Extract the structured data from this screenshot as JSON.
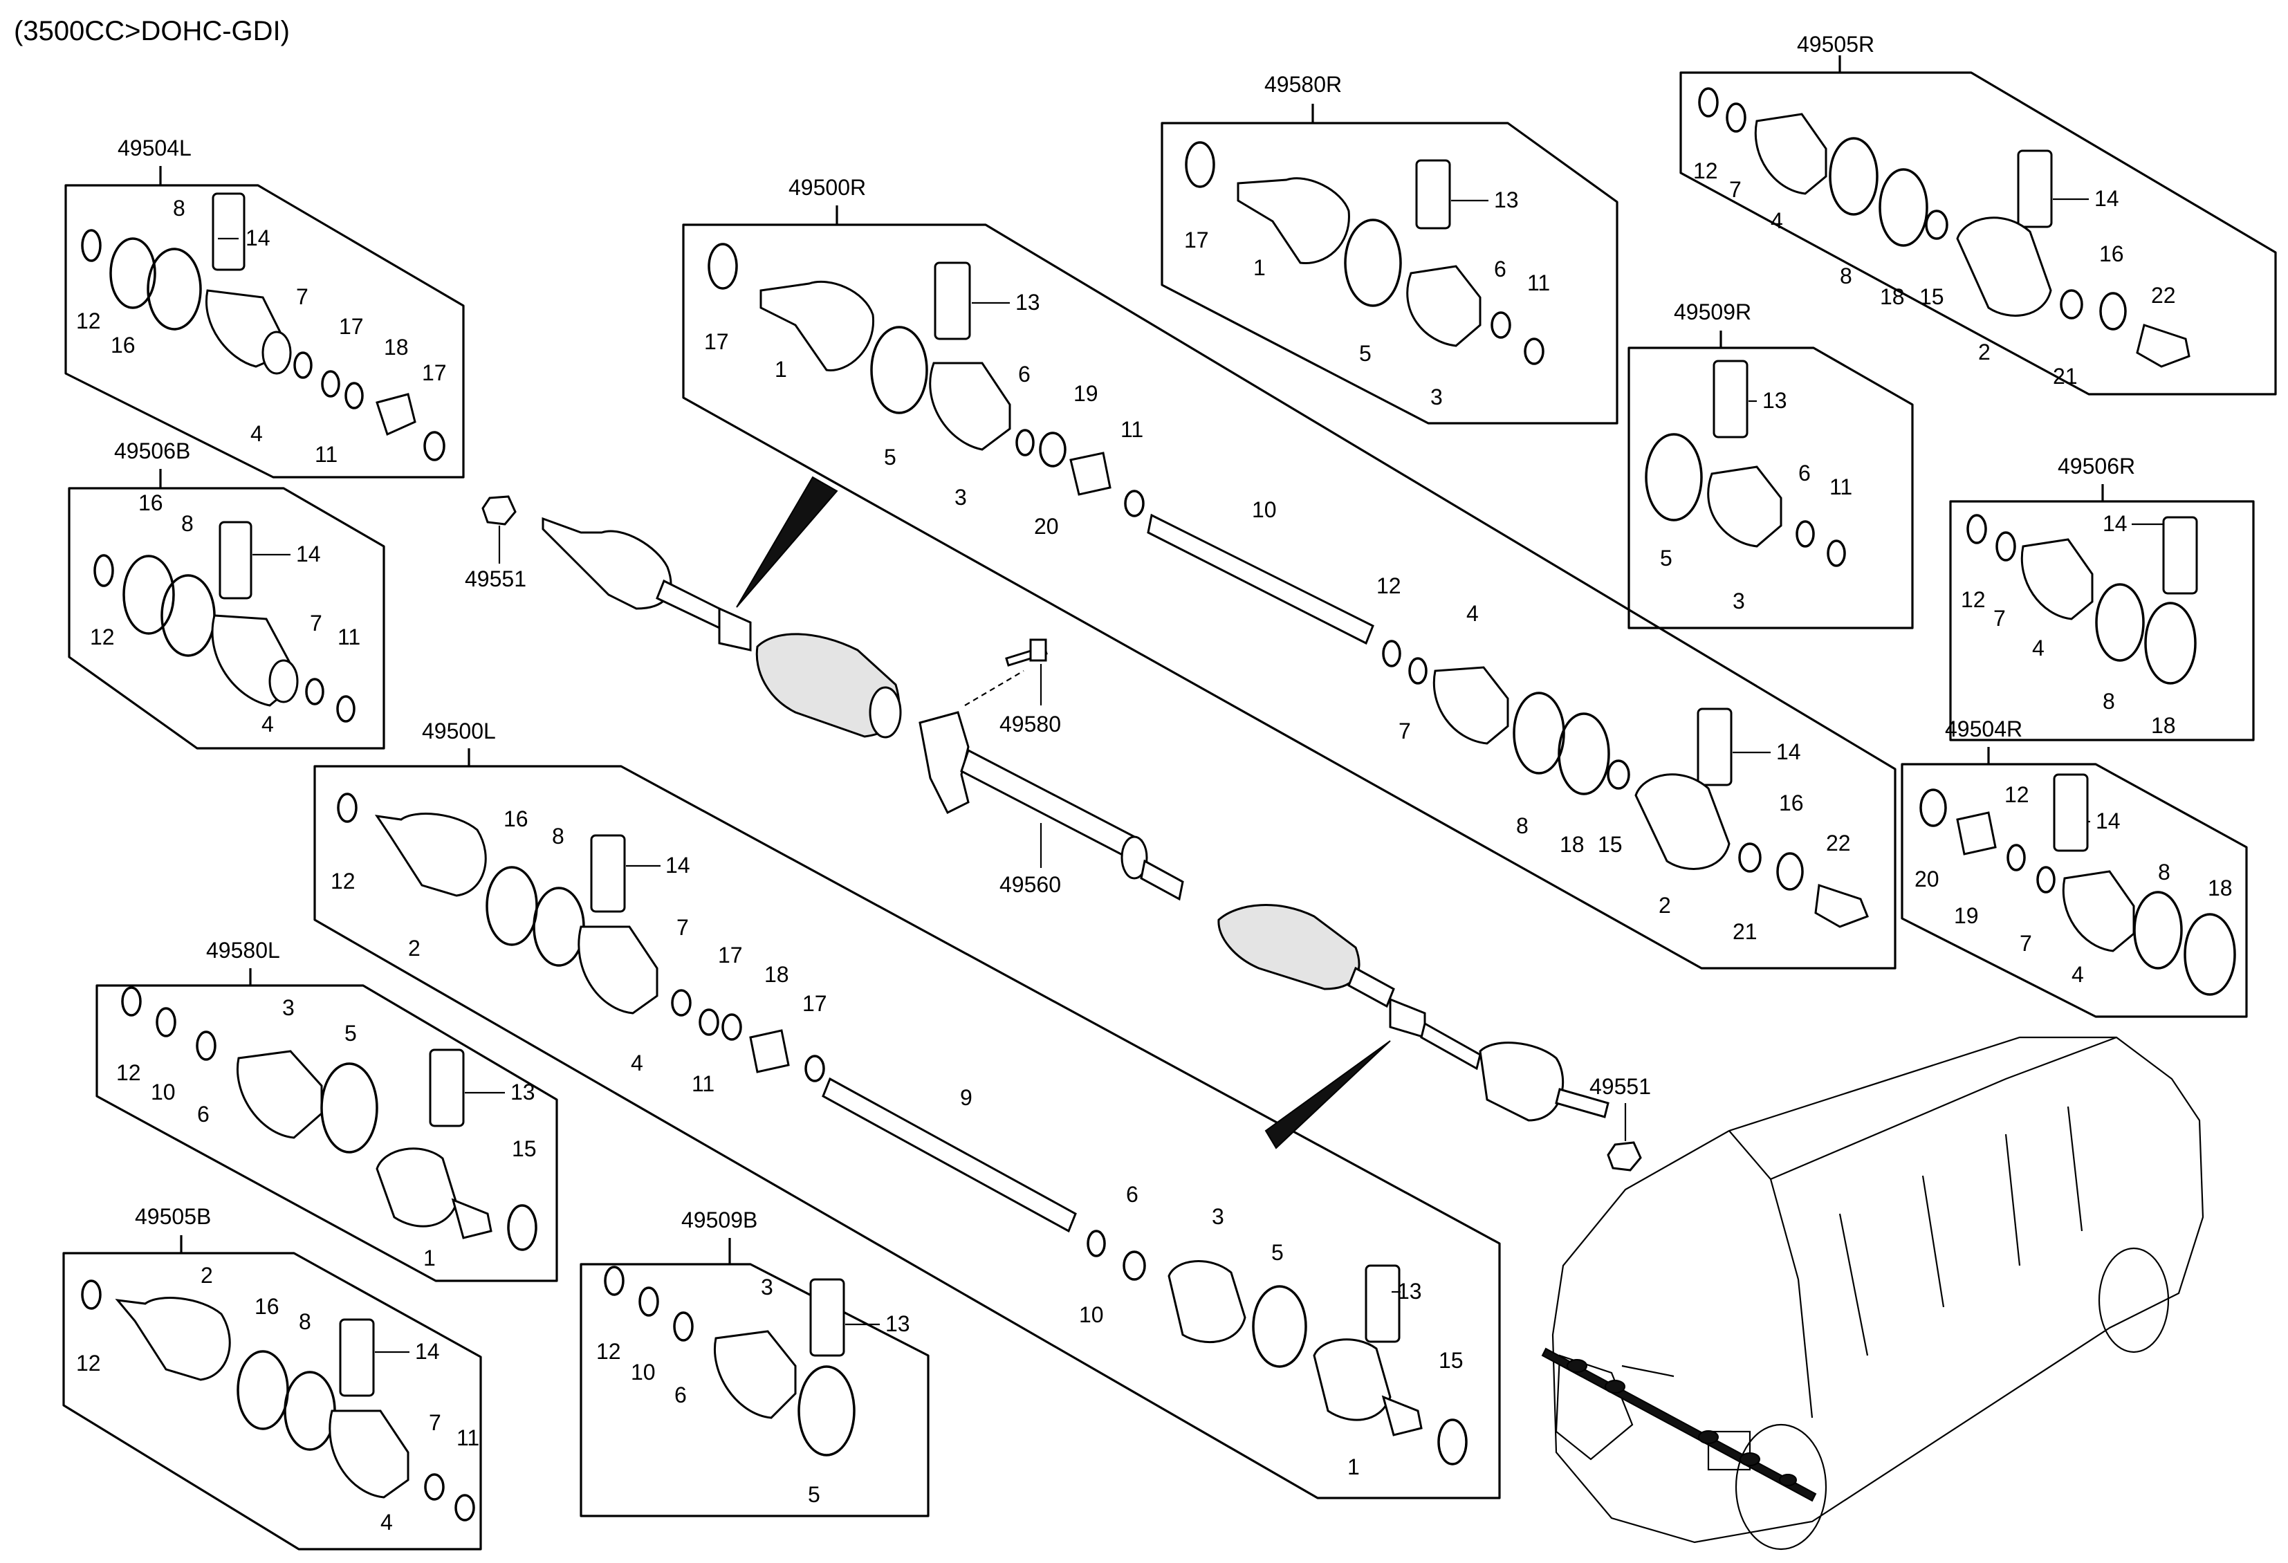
{
  "title": "(3500CC>DOHC-GDI)",
  "groups": {
    "g49504L": {
      "label": "49504L",
      "labels": [
        "8",
        "14",
        "12",
        "16",
        "7",
        "17",
        "18",
        "17",
        "4",
        "11"
      ]
    },
    "g49506B": {
      "label": "49506B",
      "labels": [
        "16",
        "8",
        "14",
        "12",
        "7",
        "11",
        "4"
      ]
    },
    "g49500R": {
      "label": "49500R",
      "labels": [
        "17",
        "1",
        "13",
        "6",
        "19",
        "11",
        "5",
        "3",
        "20",
        "10",
        "12",
        "4",
        "7",
        "14",
        "8",
        "18",
        "15",
        "16",
        "22",
        "2",
        "21"
      ]
    },
    "g49580R": {
      "label": "49580R",
      "labels": [
        "17",
        "1",
        "13",
        "6",
        "11",
        "5",
        "3"
      ]
    },
    "g49505R": {
      "label": "49505R",
      "labels": [
        "12",
        "7",
        "4",
        "14",
        "8",
        "18",
        "15",
        "16",
        "22",
        "2",
        "21"
      ]
    },
    "g49509R": {
      "label": "49509R",
      "labels": [
        "13",
        "6",
        "11",
        "5",
        "3"
      ]
    },
    "g49506R": {
      "label": "49506R",
      "labels": [
        "14",
        "12",
        "7",
        "4",
        "8",
        "18"
      ]
    },
    "g49504R": {
      "label": "49504R",
      "labels": [
        "12",
        "14",
        "20",
        "19",
        "7",
        "8",
        "18",
        "4"
      ]
    },
    "g49500L": {
      "label": "49500L",
      "labels": [
        "12",
        "16",
        "8",
        "14",
        "2",
        "7",
        "17",
        "18",
        "17",
        "4",
        "11",
        "9",
        "6",
        "3",
        "13",
        "5",
        "10",
        "15",
        "1"
      ]
    },
    "g49580L": {
      "label": "49580L",
      "labels": [
        "3",
        "5",
        "12",
        "10",
        "6",
        "13",
        "15",
        "1"
      ]
    },
    "g49505B": {
      "label": "49505B",
      "labels": [
        "2",
        "16",
        "8",
        "12",
        "14",
        "7",
        "11",
        "4"
      ]
    },
    "g49509B": {
      "label": "49509B",
      "labels": [
        "3",
        "13",
        "12",
        "10",
        "6",
        "5"
      ]
    }
  },
  "loose": {
    "nut_top": "49551",
    "bolt": "49580",
    "intermediate_shaft": "49560",
    "nut_bottom": "49551"
  }
}
